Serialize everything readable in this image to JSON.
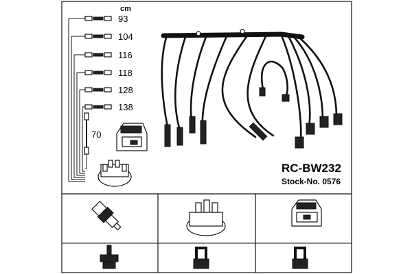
{
  "unit_label": "cm",
  "lengths": [
    "93",
    "104",
    "116",
    "118",
    "128",
    "138"
  ],
  "short_lead_length": "70",
  "model": "RC-BW232",
  "stock_number": "Stock-No. 0576",
  "parts": [
    {
      "id": "spark-plug",
      "connector": "spark-plug-connector"
    },
    {
      "id": "distributor-cap",
      "connector": "distributor-connector"
    },
    {
      "id": "ignition-coil",
      "connector": "coil-connector"
    }
  ]
}
